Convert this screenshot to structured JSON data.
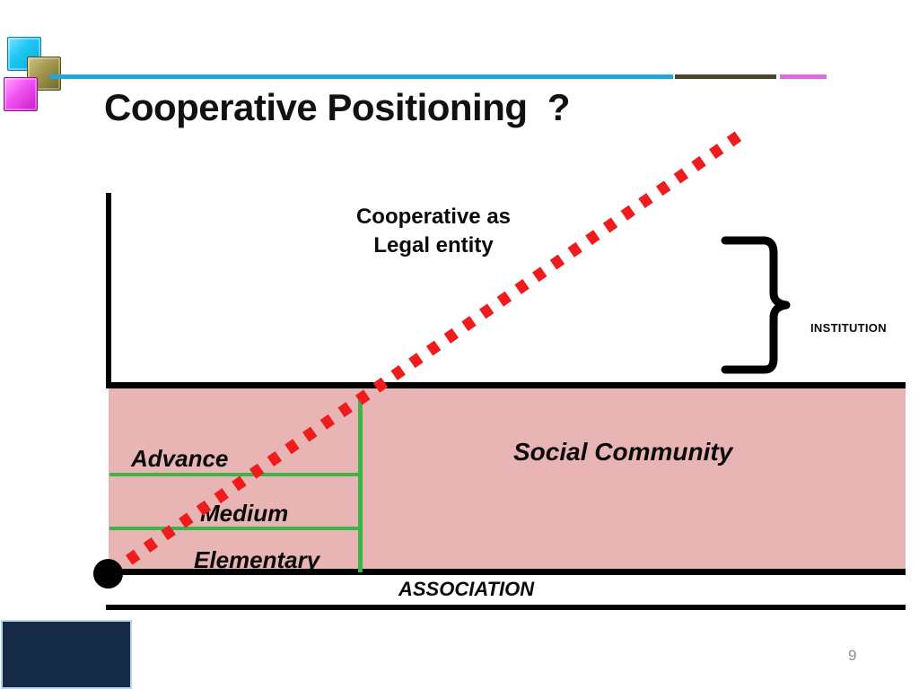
{
  "slide": {
    "title": "Cooperative Positioning  ?",
    "page_number": "9"
  },
  "header_decor": {
    "squares": [
      {
        "name": "cyan-square",
        "color": "#22c8f5"
      },
      {
        "name": "olive-square",
        "color": "#a89b52"
      },
      {
        "name": "magenta-square",
        "color": "#f558f5"
      }
    ],
    "rules": [
      {
        "name": "cyan-rule",
        "color": "#1fa8dd"
      },
      {
        "name": "olive-rule",
        "color": "#4a4327"
      },
      {
        "name": "magenta-rule",
        "color": "#e06ae0"
      }
    ]
  },
  "diagram": {
    "headline_line1": "Cooperative as",
    "headline_line2": "Legal entity",
    "institution_label": "INSTITUTION",
    "association_label": "ASSOCIATION",
    "social_community_label": "Social Community",
    "tiers": [
      {
        "label": "Advance"
      },
      {
        "label": "Medium"
      },
      {
        "label": "Elementary"
      }
    ],
    "colors": {
      "region_fill": "#e8b4b4",
      "grid": "#3bb44a",
      "trajectory": "#ee1c1c",
      "axis": "#000000"
    }
  },
  "chart_data": {
    "type": "diagram",
    "title": "Cooperative Positioning  ?",
    "description": "Two-axis positioning diagram: a red dotted growth trajectory rises from an origin dot at lower-left toward the upper-right, crossing a pink 'Social Community / ASSOCIATION' band that is subdivided by green gridlines into three tiers.",
    "axes": {
      "y_label": "Cooperative as Legal entity",
      "x_label": "Social Community"
    },
    "regions": [
      {
        "name": "Institution zone",
        "label": "INSTITUTION",
        "position": "upper-right, marked by curly brace"
      },
      {
        "name": "Association zone",
        "label": "ASSOCIATION",
        "position": "bottom band below pink region"
      },
      {
        "name": "Social Community band",
        "label": "Social Community",
        "fill": "#e8b4b4"
      }
    ],
    "tier_rows": [
      "Advance",
      "Medium",
      "Elementary"
    ],
    "trajectory": {
      "style": "dotted",
      "color": "#ee1c1c",
      "from": [
        120,
        640
      ],
      "to": [
        828,
        148
      ]
    }
  }
}
